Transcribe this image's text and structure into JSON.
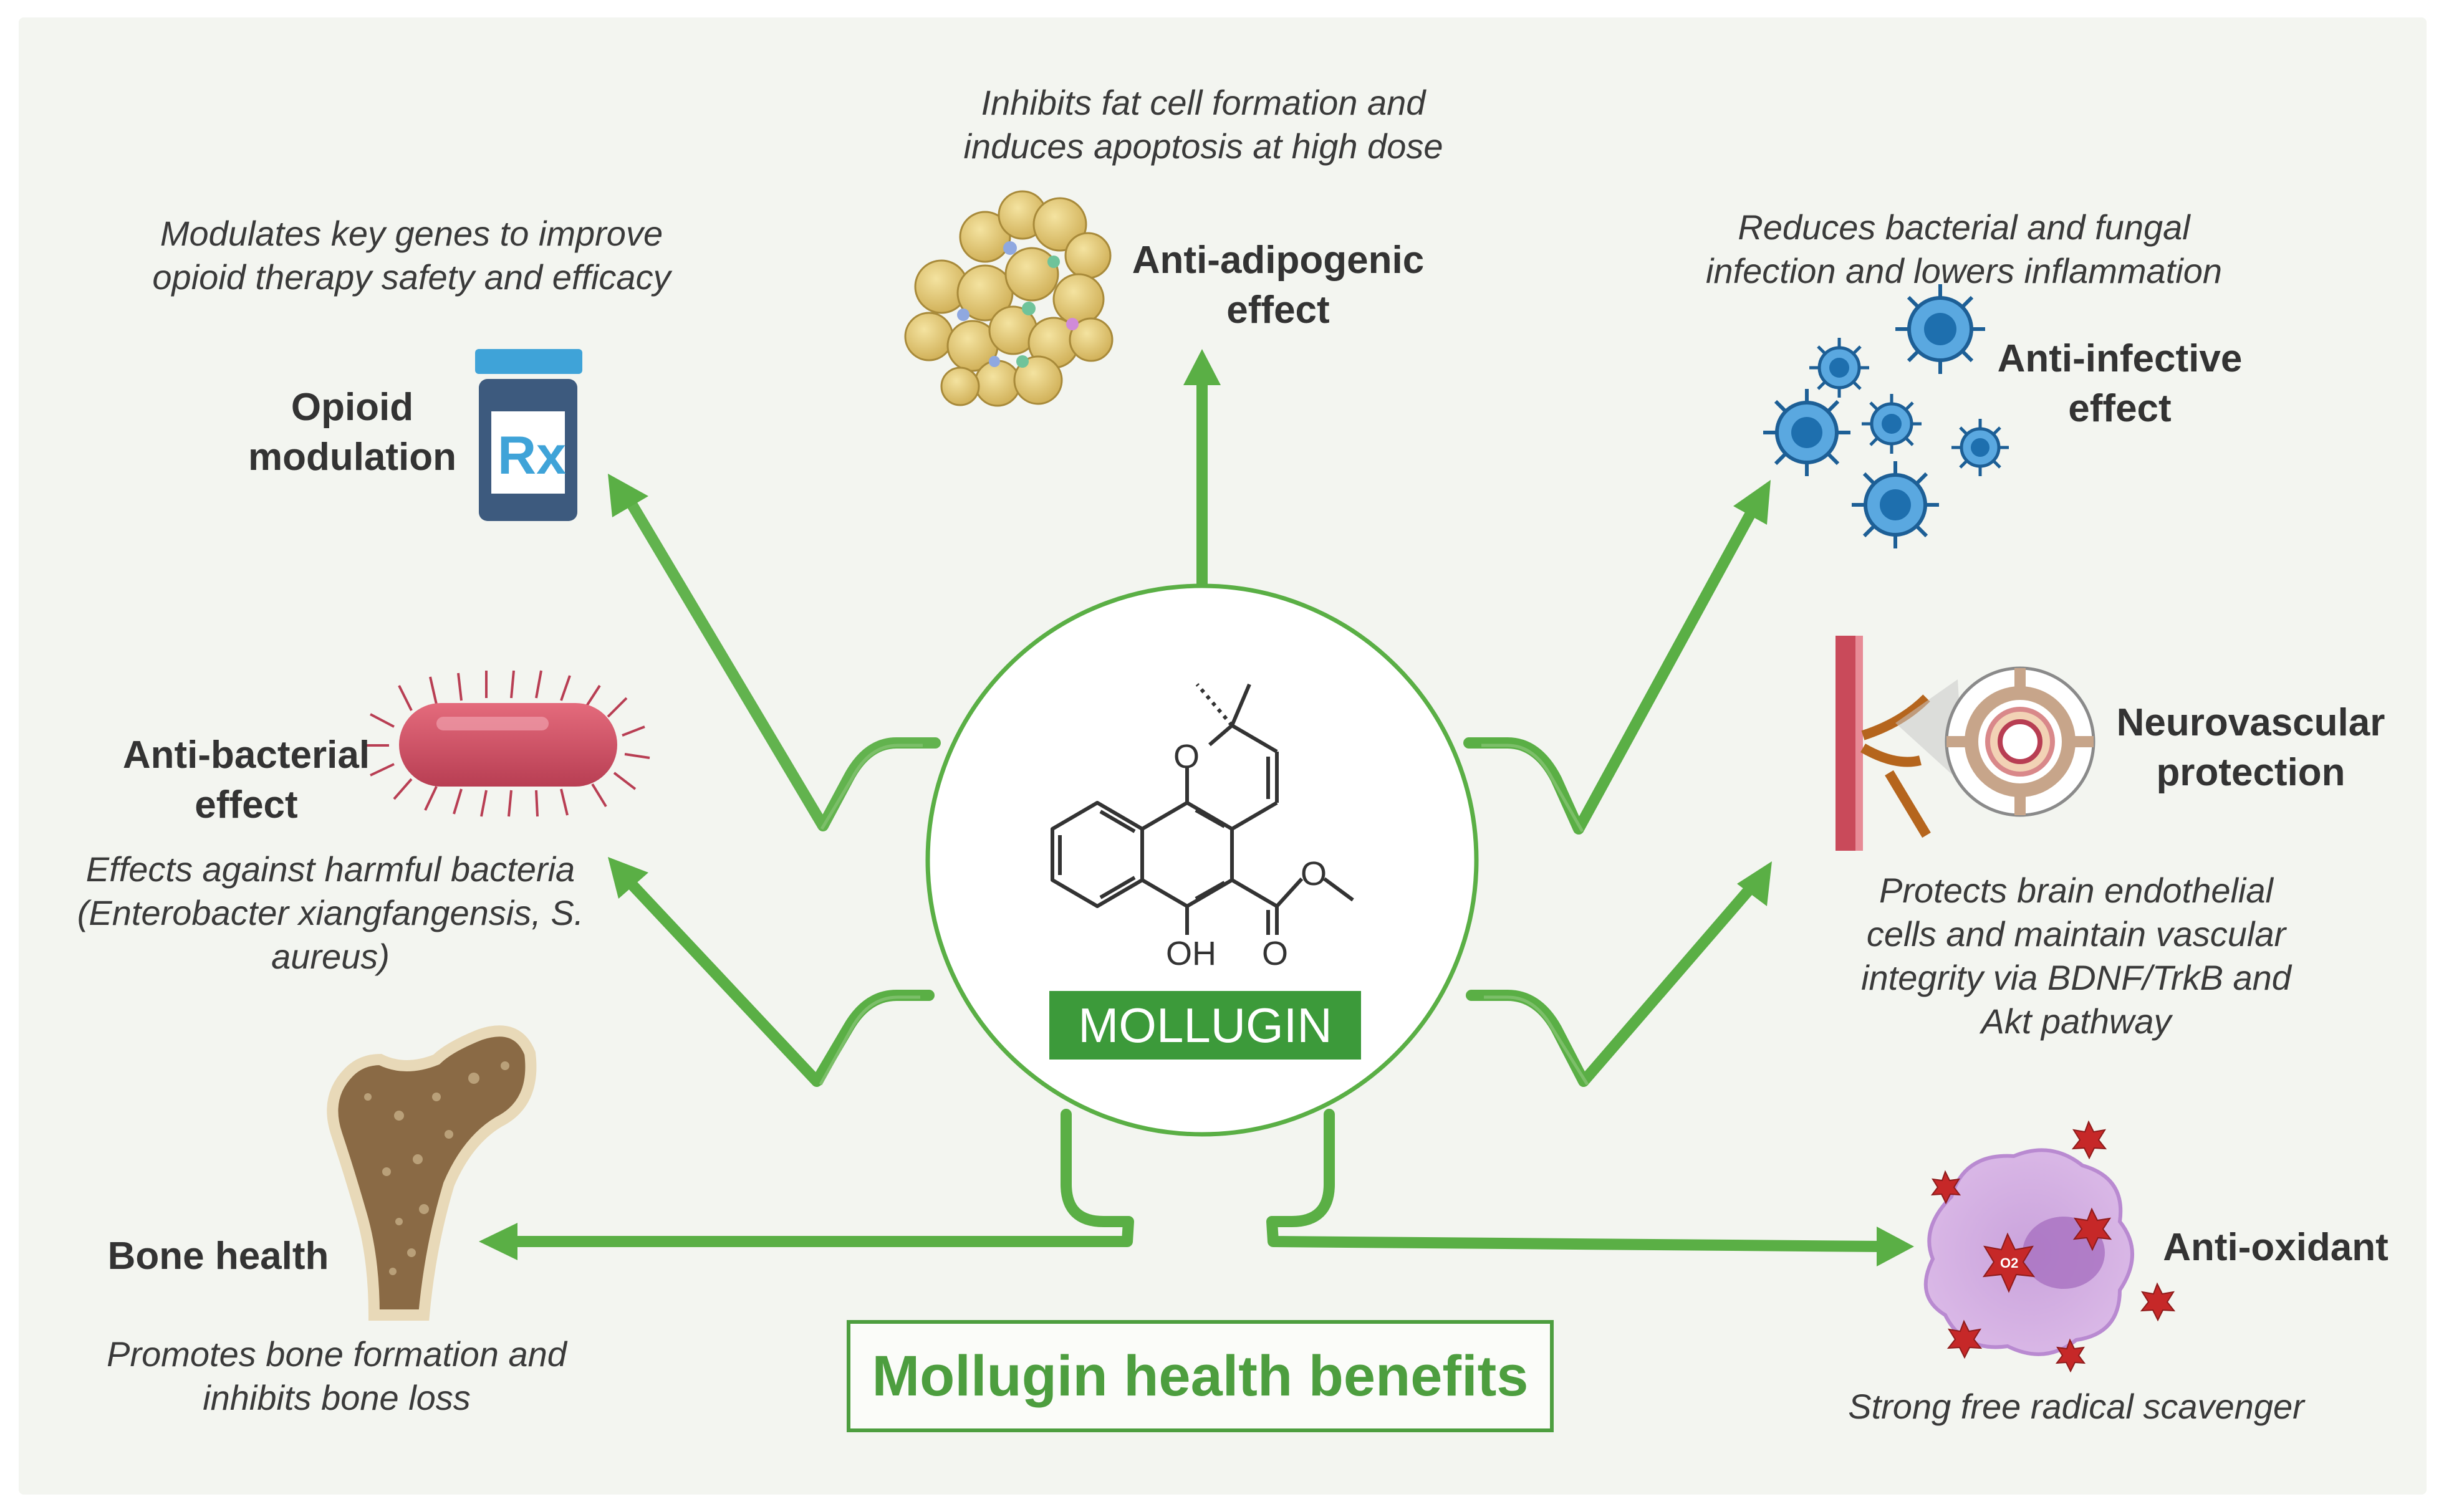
{
  "center": {
    "compound_name": "MOLLUGIN",
    "atom_o_ring": "O",
    "atom_o_ester": "O",
    "atom_o_carbonyl": "O",
    "atom_oh": "OH"
  },
  "footer_title": "Mollugin health benefits",
  "benefits": {
    "anti_adipogenic": {
      "title_line1": "Anti-adipogenic",
      "title_line2": "effect",
      "desc_line1": "Inhibits fat cell formation and",
      "desc_line2": "induces apoptosis at high dose"
    },
    "opioid": {
      "title_line1": "Opioid",
      "title_line2": "modulation",
      "desc_line1": "Modulates key genes to improve",
      "desc_line2": "opioid therapy safety and  efficacy",
      "icon_text": "Rx"
    },
    "anti_infective": {
      "title_line1": "Anti-infective",
      "title_line2": "effect",
      "desc_line1": "Reduces bacterial and fungal",
      "desc_line2": "infection and lowers inflammation"
    },
    "anti_bacterial": {
      "title_line1": "Anti-bacterial",
      "title_line2": "effect",
      "desc_line1": "Effects against harmful bacteria",
      "desc_line2": "(Enterobacter xiangfangensis, S.",
      "desc_line3": "aureus)"
    },
    "neurovascular": {
      "title_line1": "Neurovascular",
      "title_line2": "protection",
      "desc_line1": "Protects brain endothelial",
      "desc_line2": "cells and maintain vascular",
      "desc_line3": "integrity via BDNF/TrkB and",
      "desc_line4": "Akt pathway"
    },
    "bone": {
      "title": "Bone health",
      "desc_line1": "Promotes bone formation and",
      "desc_line2": "inhibits bone loss"
    },
    "anti_oxidant": {
      "title": "Anti-oxidant",
      "desc": "Strong free radical scavenger",
      "radical_label": "O2"
    }
  },
  "colors": {
    "arrow_green": "#5aaf45",
    "line_green": "#6fb85c",
    "background": "#f3f5f0"
  }
}
